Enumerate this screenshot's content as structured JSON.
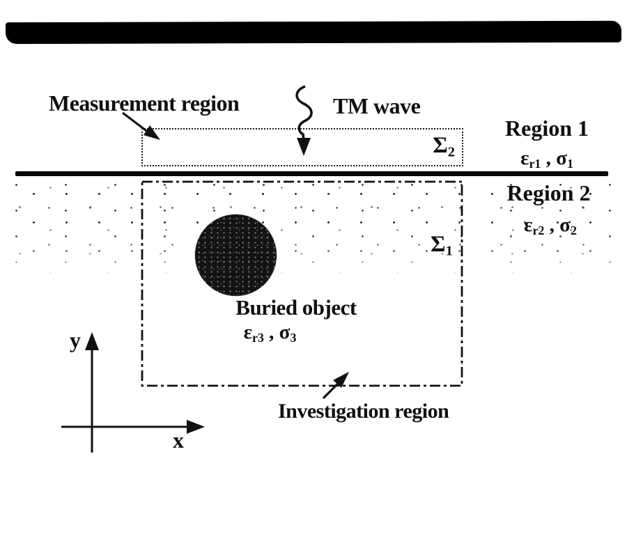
{
  "diagram": {
    "labels": {
      "measurement_region": "Measurement region",
      "tm_wave": "TM wave",
      "region1_title": "Region 1",
      "region2_title": "Region 2",
      "buried_object": "Buried object",
      "investigation_region": "Investigation region"
    },
    "symbols": {
      "boundary_sigma2": {
        "base": "Σ",
        "sub": "2"
      },
      "boundary_sigma1": {
        "base": "Σ",
        "sub": "1"
      },
      "region1_params": {
        "eps": "ε",
        "eps_sub": "r1",
        "sep": " , ",
        "sigma": "σ",
        "sigma_sub": "1"
      },
      "region2_params": {
        "eps": "ε",
        "eps_sub": "r2",
        "sep": " , ",
        "sigma": "σ",
        "sigma_sub": "2"
      },
      "object_params": {
        "eps": "ε",
        "eps_sub": "r3",
        "sep": " , ",
        "sigma": "σ",
        "sigma_sub": "3"
      },
      "axis_x": "x",
      "axis_y": "y"
    },
    "colors": {
      "ink": "#101010",
      "background": "#ffffff"
    }
  }
}
